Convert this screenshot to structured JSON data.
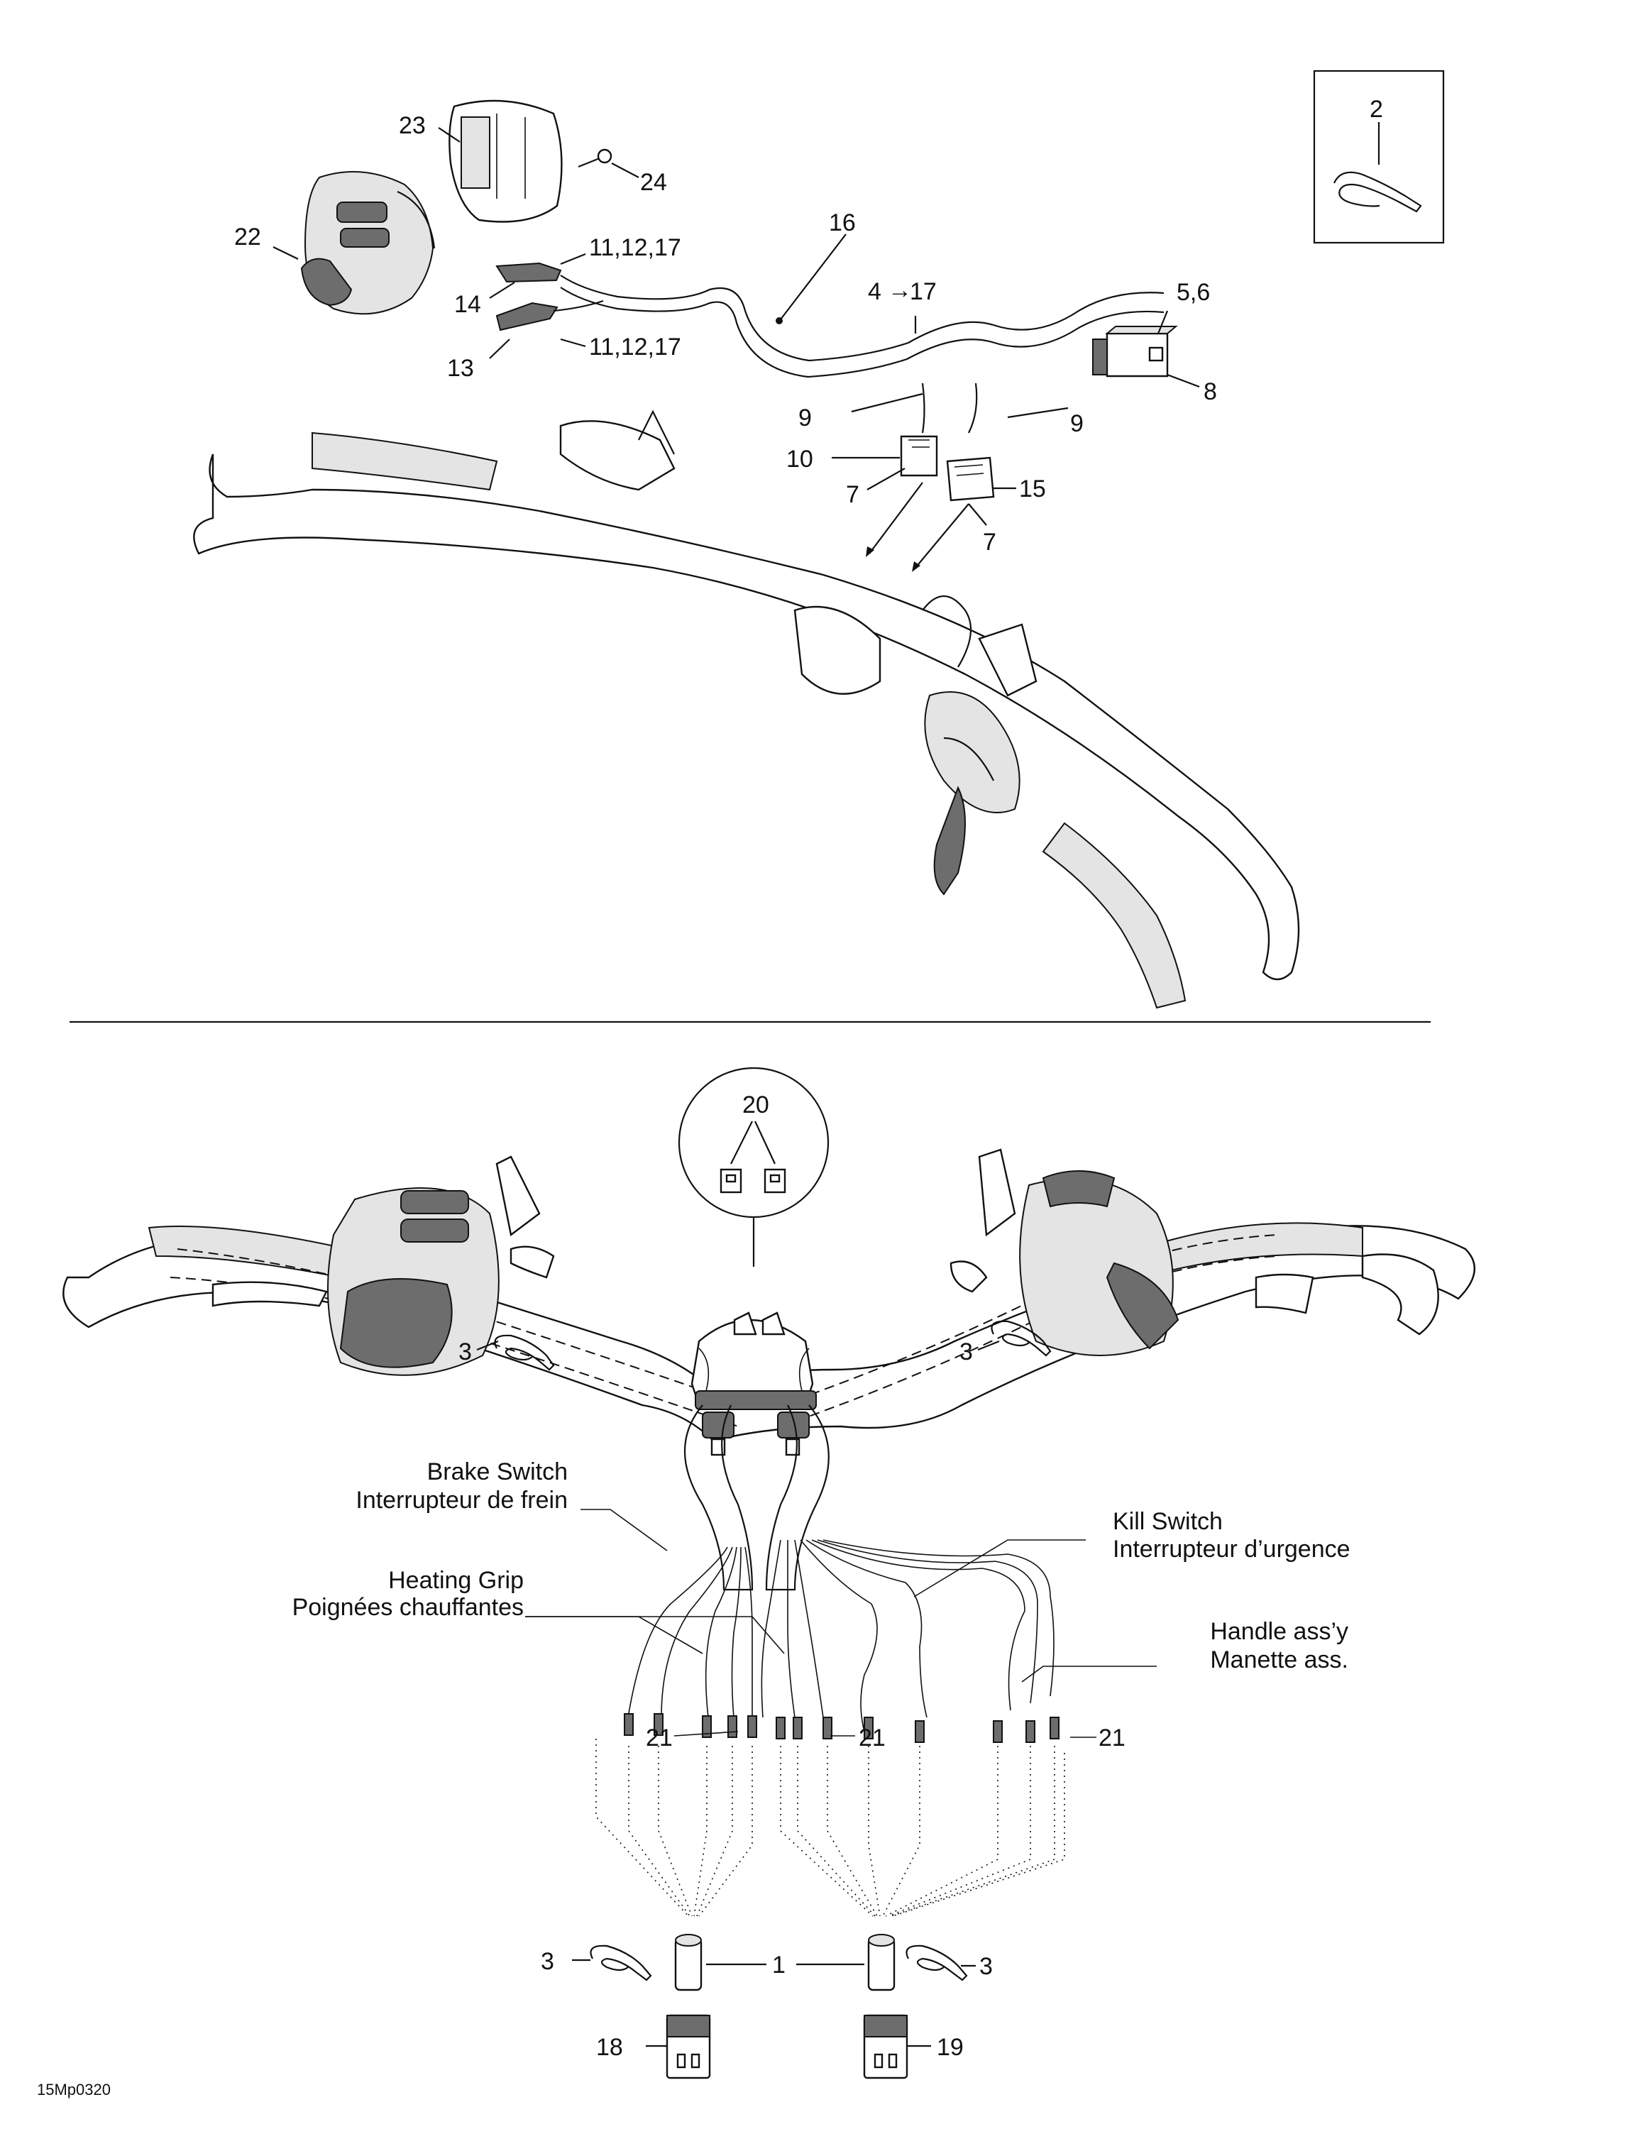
{
  "figure_code": "15Mp0320",
  "callouts": {
    "n2": "2",
    "n23": "23",
    "n24": "24",
    "n22": "22",
    "n16": "16",
    "n11_top": "11,12,17",
    "n14": "14",
    "n13": "13",
    "n11_bottom": "11,12,17",
    "n4": "4",
    "n4_to": "17",
    "n5": "5,6",
    "n8": "8",
    "n9_left": "9",
    "n9_right": "9",
    "n10": "10",
    "n7_left": "7",
    "n15": "15",
    "n7_right": "7",
    "n20": "20",
    "n3_left": "3",
    "n3_right": "3",
    "n21_left": "21",
    "n21_mid": "21",
    "n21_right": "21",
    "n1": "1",
    "n3_bottom_left": "3",
    "n3_bottom_right": "3",
    "n18": "18",
    "n19": "19"
  },
  "wire_labels": {
    "brake_switch": "Brake Switch",
    "brake_switch_fr": "Interrupteur de frein",
    "heating_grip": "Heating Grip",
    "heating_grip_fr": "Poignées chauffantes",
    "kill_switch": "Kill Switch",
    "kill_switch_fr": "Interrupteur d’urgence",
    "handle_assy": "Handle ass’y",
    "handle_assy_fr": "Manette ass."
  }
}
